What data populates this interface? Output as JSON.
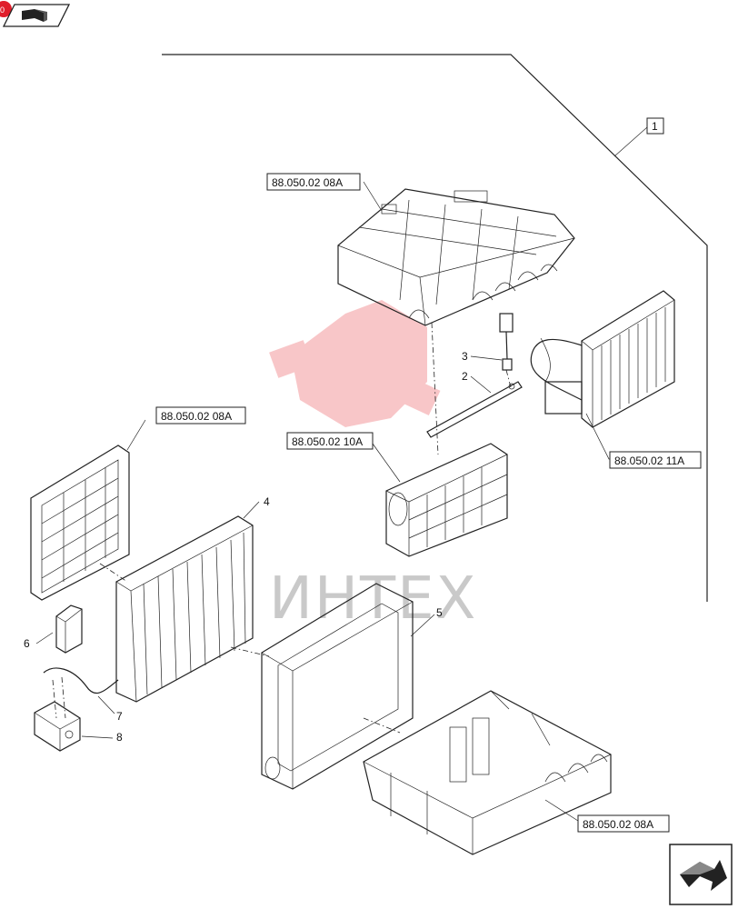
{
  "top_badge": {
    "fragment": "0"
  },
  "assembly": {
    "number": "1"
  },
  "references": [
    {
      "id": "ref-upper-housing",
      "text": "88.050.02 08A"
    },
    {
      "id": "ref-filter",
      "text": "88.050.02 08A"
    },
    {
      "id": "ref-blower",
      "text": "88.050.02 10A"
    },
    {
      "id": "ref-heater-core",
      "text": "88.050.02 11A"
    },
    {
      "id": "ref-lower-housing",
      "text": "88.050.02 08A"
    }
  ],
  "callouts": [
    {
      "id": "callout-2",
      "text": "2"
    },
    {
      "id": "callout-3",
      "text": "3"
    },
    {
      "id": "callout-4",
      "text": "4"
    },
    {
      "id": "callout-5",
      "text": "5"
    },
    {
      "id": "callout-6",
      "text": "6"
    },
    {
      "id": "callout-7",
      "text": "7"
    },
    {
      "id": "callout-8",
      "text": "8"
    }
  ],
  "watermark": {
    "text": "ИНТЕХ",
    "color": "#e8363c"
  },
  "icons": {
    "top_left": "book-icon",
    "bottom_right": "next-page-arrow-icon"
  }
}
